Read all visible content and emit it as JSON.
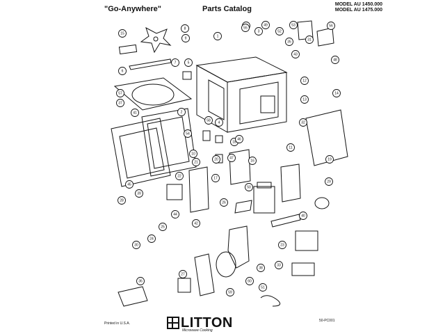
{
  "header": {
    "left_title": "\"Go-Anywhere\"",
    "center_title": "Parts Catalog",
    "model_line_1": "MODEL AU 1450.000",
    "model_line_2": "MODEL AU 1475.000"
  },
  "footer": {
    "printed": "Printed in U.S.A.",
    "brand": "LITTON",
    "brand_sub": "Microwave Cooking",
    "code": "50-PC001"
  },
  "callouts": [
    {
      "id": "1"
    },
    {
      "id": "2"
    },
    {
      "id": "3"
    },
    {
      "id": "4"
    },
    {
      "id": "5"
    },
    {
      "id": "6"
    },
    {
      "id": "7"
    },
    {
      "id": "8"
    },
    {
      "id": "9"
    },
    {
      "id": "10"
    },
    {
      "id": "11"
    },
    {
      "id": "12"
    },
    {
      "id": "13"
    },
    {
      "id": "14"
    },
    {
      "id": "15"
    },
    {
      "id": "16"
    },
    {
      "id": "17"
    },
    {
      "id": "18"
    },
    {
      "id": "19"
    },
    {
      "id": "20"
    },
    {
      "id": "21"
    },
    {
      "id": "22"
    },
    {
      "id": "23"
    },
    {
      "id": "24"
    },
    {
      "id": "25"
    },
    {
      "id": "26"
    },
    {
      "id": "27"
    },
    {
      "id": "28"
    },
    {
      "id": "29"
    },
    {
      "id": "30"
    },
    {
      "id": "31"
    },
    {
      "id": "32"
    },
    {
      "id": "33"
    },
    {
      "id": "34"
    },
    {
      "id": "35"
    },
    {
      "id": "36"
    },
    {
      "id": "37"
    },
    {
      "id": "38"
    },
    {
      "id": "39"
    },
    {
      "id": "40"
    },
    {
      "id": "41"
    },
    {
      "id": "42"
    },
    {
      "id": "43"
    },
    {
      "id": "44"
    },
    {
      "id": "45"
    },
    {
      "id": "46"
    },
    {
      "id": "47"
    },
    {
      "id": "48"
    },
    {
      "id": "49"
    },
    {
      "id": "50"
    },
    {
      "id": "51"
    },
    {
      "id": "52"
    },
    {
      "id": "53"
    },
    {
      "id": "54"
    },
    {
      "id": "55"
    },
    {
      "id": "56"
    },
    {
      "id": "57"
    },
    {
      "id": "58"
    },
    {
      "id": "59"
    },
    {
      "id": "60"
    }
  ]
}
